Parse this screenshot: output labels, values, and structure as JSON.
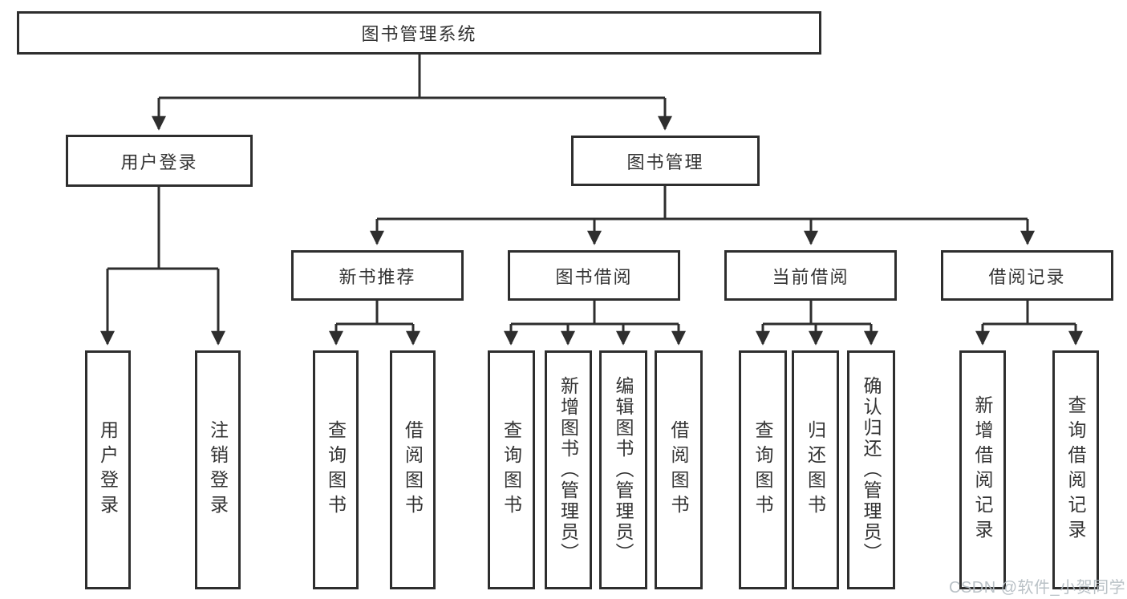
{
  "tree": {
    "root": {
      "label": "图书管理系统",
      "children": [
        {
          "label": "用户登录",
          "children": [
            {
              "label": "用户登录"
            },
            {
              "label": "注销登录"
            }
          ]
        },
        {
          "label": "图书管理",
          "children": [
            {
              "label": "新书推荐",
              "children": [
                {
                  "label": "查询图书"
                },
                {
                  "label": "借阅图书"
                }
              ]
            },
            {
              "label": "图书借阅",
              "children": [
                {
                  "label": "查询图书"
                },
                {
                  "label": "新增图书（管理员）"
                },
                {
                  "label": "编辑图书（管理员）"
                },
                {
                  "label": "借阅图书"
                }
              ]
            },
            {
              "label": "当前借阅",
              "children": [
                {
                  "label": "查询图书"
                },
                {
                  "label": "归还图书"
                },
                {
                  "label": "确认归还（管理员）"
                }
              ]
            },
            {
              "label": "借阅记录",
              "children": [
                {
                  "label": "新增借阅记录"
                },
                {
                  "label": "查询借阅记录"
                }
              ]
            }
          ]
        }
      ]
    }
  },
  "watermark": "CSDN @软件_小贺同学",
  "colors": {
    "line": "#2e2e2e",
    "text": "#333333",
    "watermark": "#b4bcc2",
    "background": "#ffffff"
  }
}
